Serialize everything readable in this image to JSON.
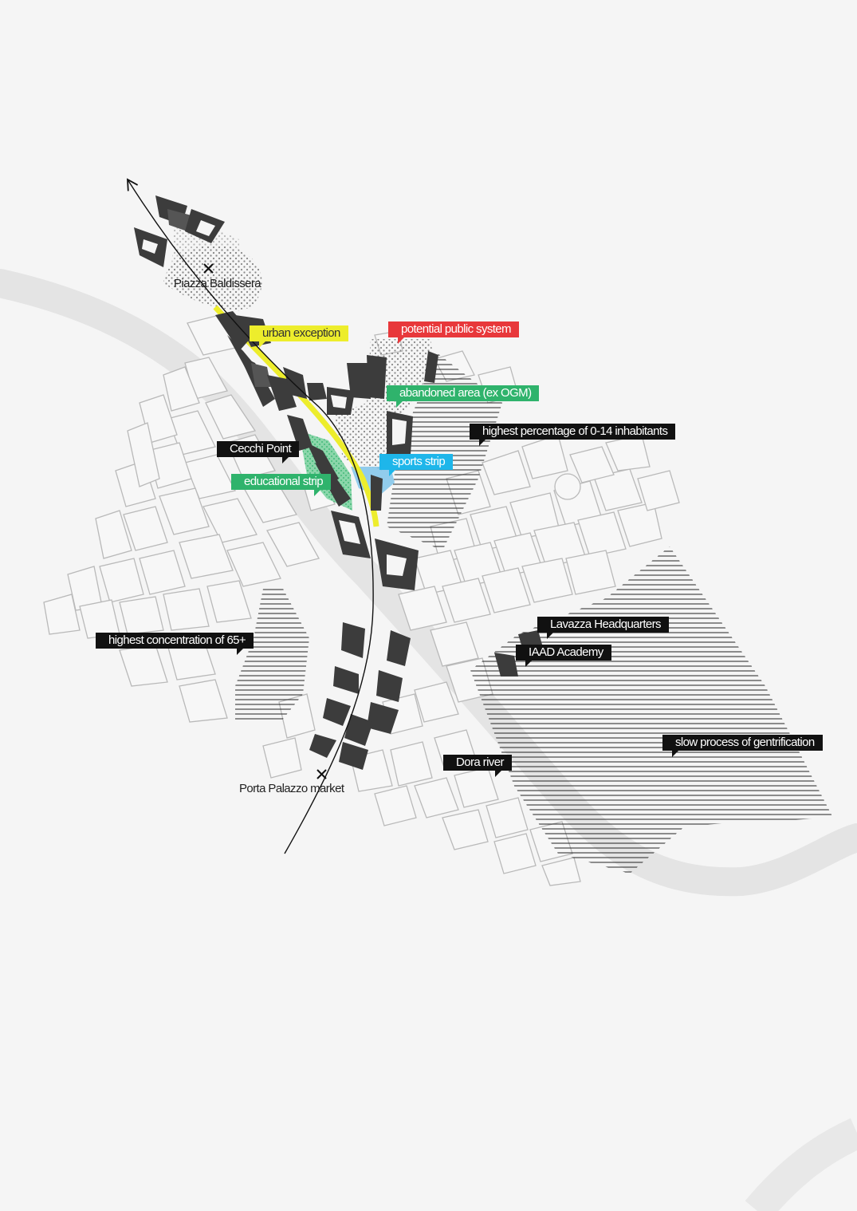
{
  "map": {
    "places": {
      "north": "Piazza Baldissera",
      "south": "Porta Palazzo market"
    },
    "labels": {
      "urban_exception": "urban exception",
      "potential_public_system": "potential public system",
      "abandoned_area": "abandoned area (ex OGM)",
      "highest_percentage_children": "highest percentage of 0-14 inhabitants",
      "cecchi_point": "Cecchi Point",
      "sports_strip": "sports strip",
      "educational_strip": "educational strip",
      "highest_concentration_65": "highest concentration of 65+",
      "lavazza_headquarters": "Lavazza Headquarters",
      "iaad_academy": "IAAD Academy",
      "slow_gentrification": "slow process of gentrification",
      "dora_river": "Dora river"
    },
    "colors": {
      "background": "#f5f5f5",
      "river": "#e6e6e6",
      "street_lines": "#b5b5b5",
      "buildings": "#3c3c3c",
      "yellow": "#eded2c",
      "red": "#e8383b",
      "green": "#2fb36c",
      "cyan": "#1eb6ea",
      "black": "#111111"
    }
  }
}
